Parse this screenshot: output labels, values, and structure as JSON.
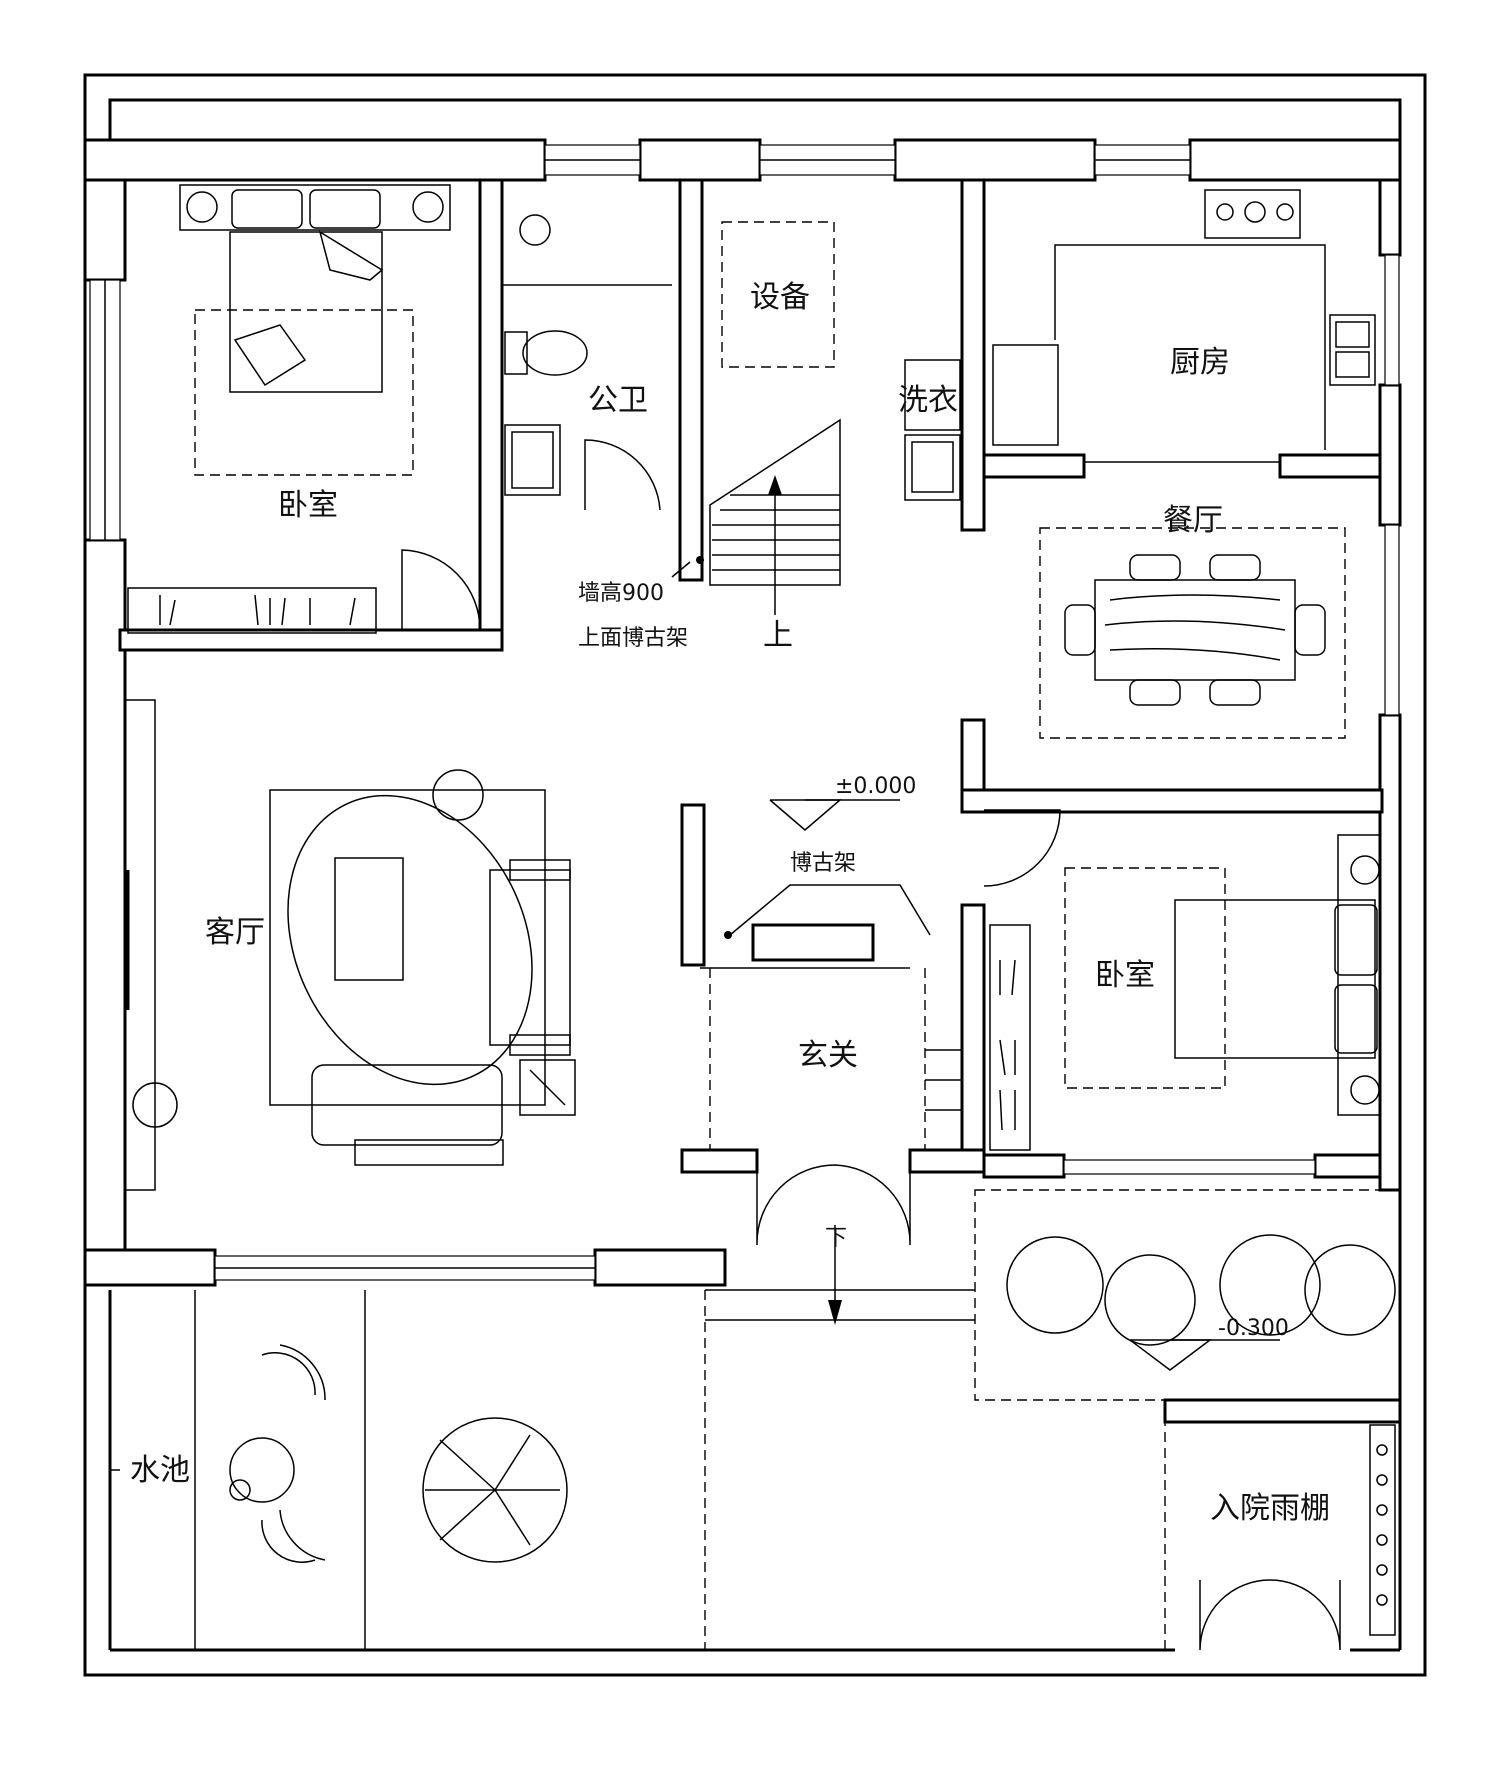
{
  "rooms": {
    "bedroom_1": "卧室",
    "toilet": "公卫",
    "equipment": "设备",
    "laundry": "洗衣",
    "kitchen": "厨房",
    "dining": "餐厅",
    "living": "客厅",
    "entry": "玄关",
    "bedroom_2": "卧室",
    "pond": "水池",
    "canopy": "入院雨棚"
  },
  "notes": {
    "wall_height": "墙高900",
    "shelf_above": "上面博古架",
    "stair_up": "上",
    "curio_shelf": "博古架",
    "level_floor": "±0.000",
    "level_yard": "-0.300",
    "step_down": "下"
  }
}
